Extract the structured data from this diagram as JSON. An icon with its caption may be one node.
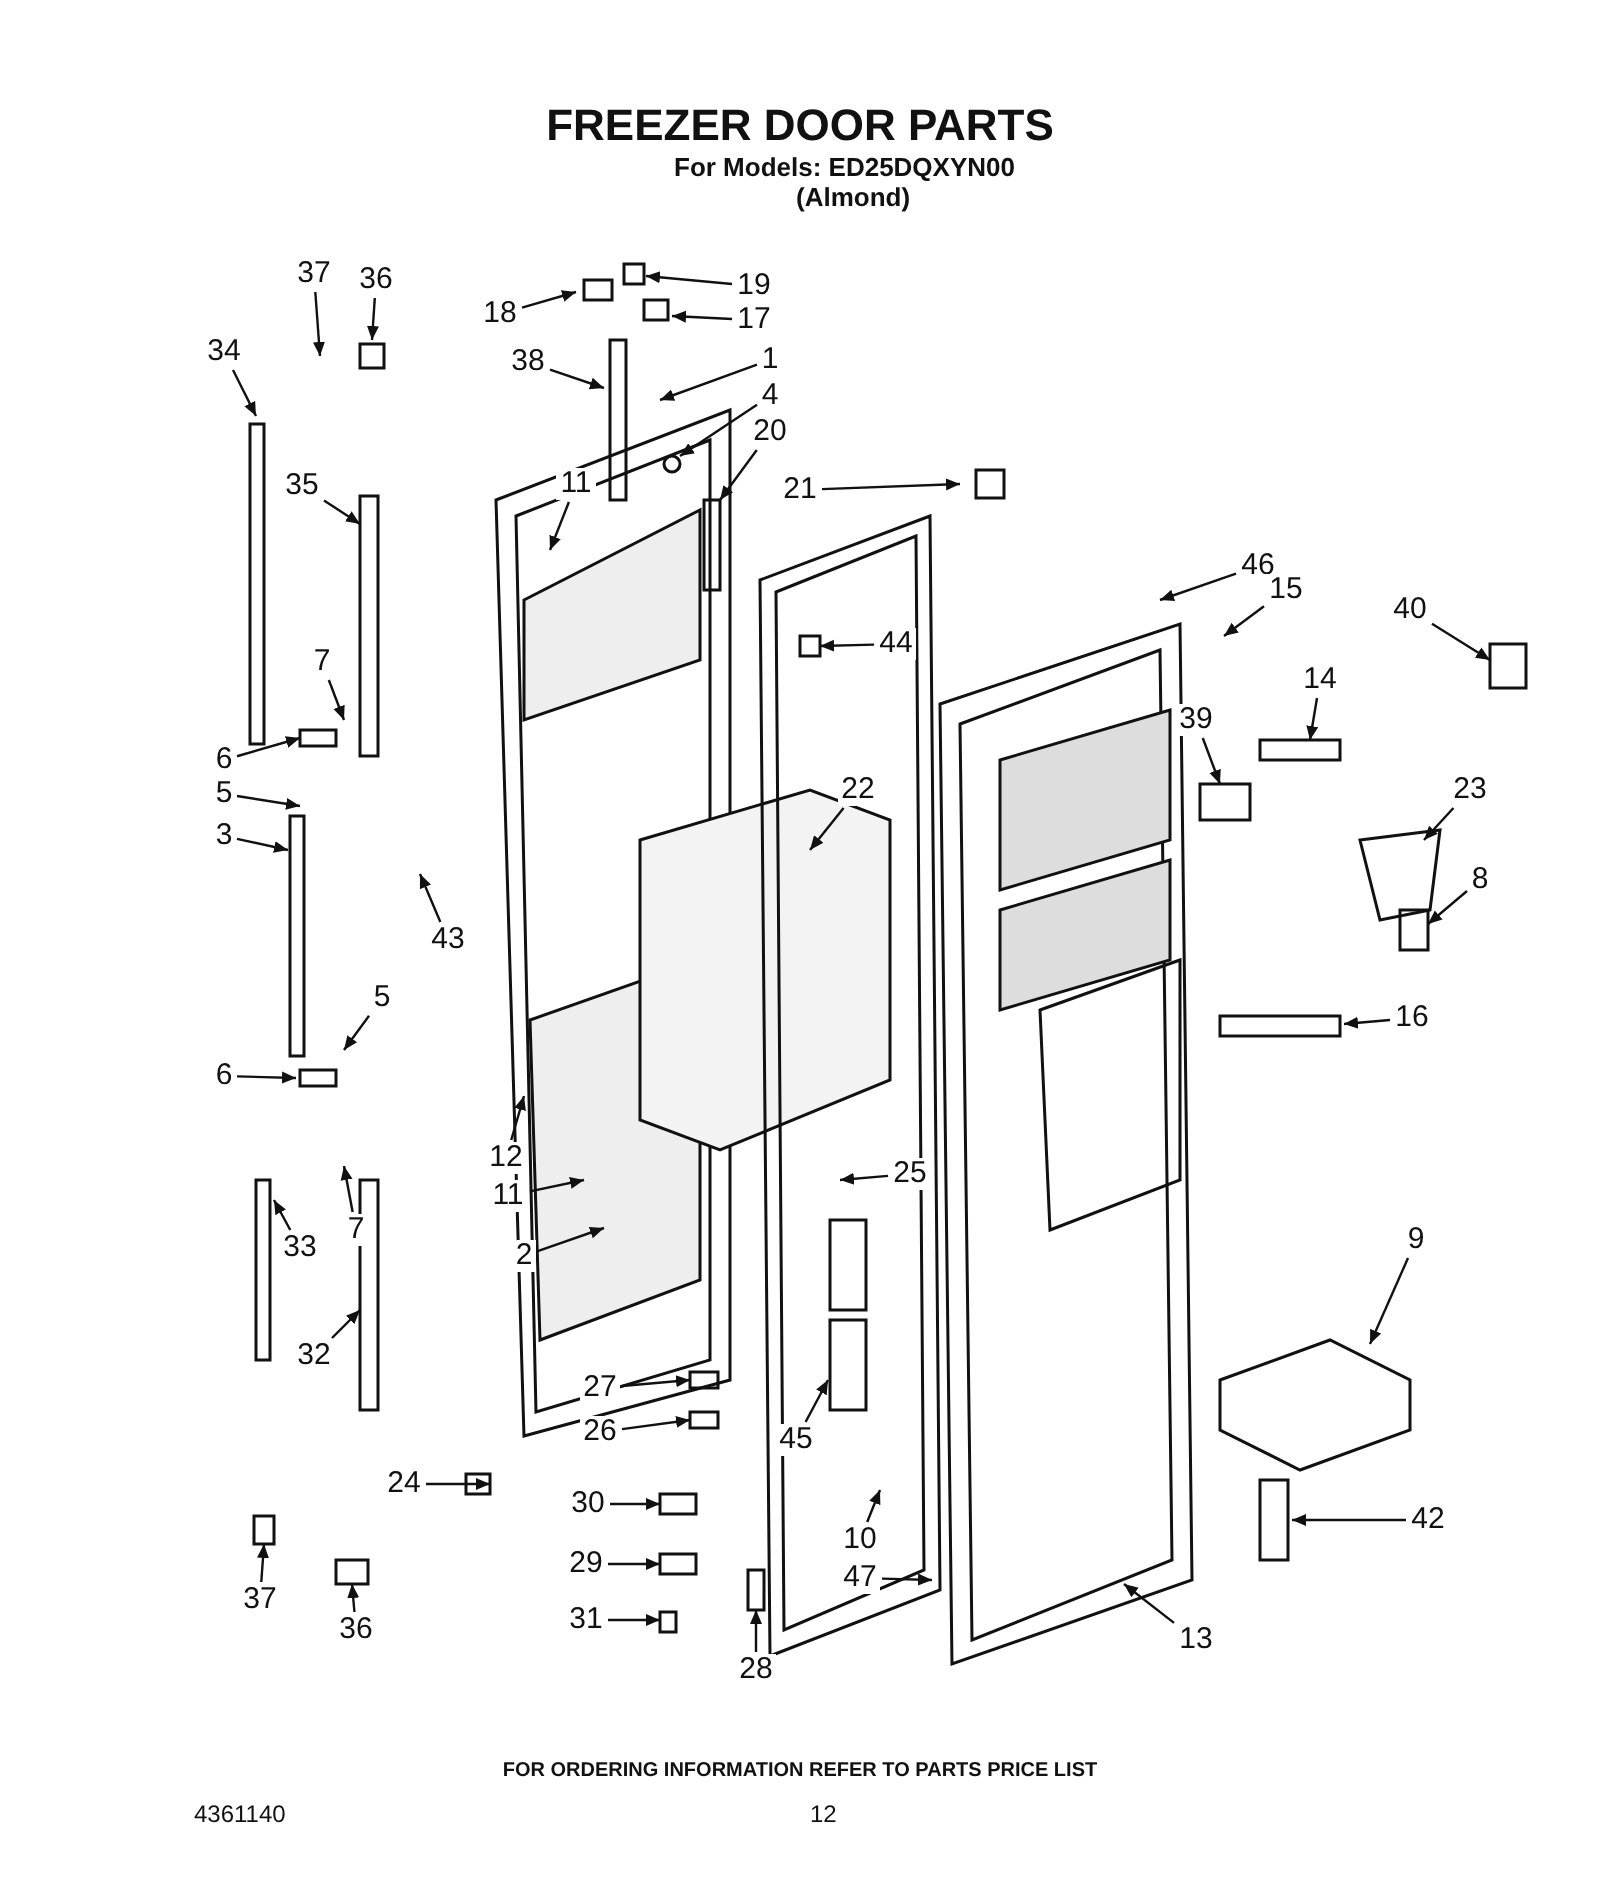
{
  "diagram": {
    "title": "FREEZER DOOR PARTS",
    "nodes": [
      {
        "text": [
          "37"
        ]
      },
      {
        "text": [
          "36"
        ]
      },
      {
        "text": [
          "18"
        ]
      },
      {
        "text": [
          "19"
        ]
      },
      {
        "text": [
          "17"
        ]
      },
      {
        "text": [
          "38"
        ]
      },
      {
        "text": [
          "1"
        ]
      },
      {
        "text": [
          "34"
        ]
      },
      {
        "text": [
          "4"
        ]
      },
      {
        "text": [
          "20"
        ]
      },
      {
        "text": [
          "21"
        ]
      },
      {
        "text": [
          "11"
        ]
      },
      {
        "text": [
          "35"
        ]
      },
      {
        "text": [
          "46"
        ]
      },
      {
        "text": [
          "15"
        ]
      },
      {
        "text": [
          "40"
        ]
      },
      {
        "text": [
          "44"
        ]
      },
      {
        "text": [
          "7"
        ]
      },
      {
        "text": [
          "14"
        ]
      },
      {
        "text": [
          "6"
        ]
      },
      {
        "text": [
          "39"
        ]
      },
      {
        "text": [
          "23"
        ]
      },
      {
        "text": [
          "22"
        ]
      },
      {
        "text": [
          "5"
        ]
      },
      {
        "text": [
          "3"
        ]
      },
      {
        "text": [
          "8"
        ]
      },
      {
        "text": [
          "43"
        ]
      },
      {
        "text": [
          "5"
        ]
      },
      {
        "text": [
          "16"
        ]
      },
      {
        "text": [
          "6"
        ]
      },
      {
        "text": [
          "12"
        ]
      },
      {
        "text": [
          "11"
        ]
      },
      {
        "text": [
          "7"
        ]
      },
      {
        "text": [
          "33"
        ]
      },
      {
        "text": [
          "25"
        ]
      },
      {
        "text": [
          "9"
        ]
      },
      {
        "text": [
          "2"
        ]
      },
      {
        "text": [
          "32"
        ]
      },
      {
        "text": [
          "27"
        ]
      },
      {
        "text": [
          "26"
        ]
      },
      {
        "text": [
          "45"
        ]
      },
      {
        "text": [
          "24"
        ]
      },
      {
        "text": [
          "30"
        ]
      },
      {
        "text": [
          "42"
        ]
      },
      {
        "text": [
          "29"
        ]
      },
      {
        "text": [
          "28"
        ]
      },
      {
        "text": [
          "10"
        ]
      },
      {
        "text": [
          "47"
        ]
      },
      {
        "text": [
          "31"
        ]
      },
      {
        "text": [
          "37"
        ]
      },
      {
        "text": [
          "36"
        ]
      },
      {
        "text": [
          "13"
        ]
      }
    ],
    "edges": [
      {
        "from": 0,
        "to": null,
        "arrow": "to"
      },
      {
        "from": 1,
        "to": null,
        "arrow": "to"
      },
      {
        "from": 2,
        "to": null,
        "arrow": "to"
      },
      {
        "from": 3,
        "to": null,
        "arrow": "to"
      },
      {
        "from": 4,
        "to": null,
        "arrow": "to"
      },
      {
        "from": 5,
        "to": null,
        "arrow": "to"
      },
      {
        "from": 6,
        "to": null,
        "arrow": "to"
      },
      {
        "from": 7,
        "to": null,
        "arrow": "to"
      },
      {
        "from": 8,
        "to": null,
        "arrow": "to"
      },
      {
        "from": 9,
        "to": null,
        "arrow": "to"
      },
      {
        "from": 10,
        "to": null,
        "arrow": "to"
      },
      {
        "from": 11,
        "to": null,
        "arrow": "to"
      },
      {
        "from": 12,
        "to": null,
        "arrow": "to"
      },
      {
        "from": 13,
        "to": null,
        "arrow": "to"
      },
      {
        "from": 14,
        "to": null,
        "arrow": "to"
      },
      {
        "from": 15,
        "to": null,
        "arrow": "to"
      },
      {
        "from": 16,
        "to": null,
        "arrow": "to"
      },
      {
        "from": 17,
        "to": null,
        "arrow": "to"
      },
      {
        "from": 18,
        "to": null,
        "arrow": "to"
      },
      {
        "from": 19,
        "to": null,
        "arrow": "to"
      },
      {
        "from": 20,
        "to": null,
        "arrow": "to"
      },
      {
        "from": 21,
        "to": null,
        "arrow": "to"
      },
      {
        "from": 22,
        "to": null,
        "arrow": "to"
      },
      {
        "from": 23,
        "to": null,
        "arrow": "to"
      },
      {
        "from": 24,
        "to": null,
        "arrow": "to"
      },
      {
        "from": 25,
        "to": null,
        "arrow": "to"
      },
      {
        "from": 26,
        "to": null,
        "arrow": "to"
      },
      {
        "from": 27,
        "to": null,
        "arrow": "to"
      },
      {
        "from": 28,
        "to": null,
        "arrow": "to"
      },
      {
        "from": 29,
        "to": null,
        "arrow": "to"
      },
      {
        "from": 30,
        "to": null,
        "arrow": "to"
      },
      {
        "from": 31,
        "to": null,
        "arrow": "to"
      },
      {
        "from": 32,
        "to": null,
        "arrow": "to"
      },
      {
        "from": 33,
        "to": null,
        "arrow": "to"
      },
      {
        "from": 34,
        "to": null,
        "arrow": "to"
      },
      {
        "from": 35,
        "to": null,
        "arrow": "to"
      },
      {
        "from": 36,
        "to": null,
        "arrow": "to"
      },
      {
        "from": 37,
        "to": null,
        "arrow": "to"
      },
      {
        "from": 38,
        "to": null,
        "arrow": "to"
      },
      {
        "from": 39,
        "to": null,
        "arrow": "to"
      },
      {
        "from": 40,
        "to": null,
        "arrow": "to"
      },
      {
        "from": 41,
        "to": null,
        "arrow": "to"
      },
      {
        "from": 42,
        "to": null,
        "arrow": "to"
      },
      {
        "from": 43,
        "to": null,
        "arrow": "to"
      },
      {
        "from": 44,
        "to": null,
        "arrow": "to"
      },
      {
        "from": 45,
        "to": null,
        "arrow": "to"
      },
      {
        "from": 46,
        "to": null,
        "arrow": "to"
      },
      {
        "from": 47,
        "to": null,
        "arrow": "to"
      },
      {
        "from": 48,
        "to": null,
        "arrow": "to"
      },
      {
        "from": 49,
        "to": null,
        "arrow": "to"
      },
      {
        "from": 50,
        "to": null,
        "arrow": "to"
      },
      {
        "from": 51,
        "to": null,
        "arrow": "to"
      }
    ],
    "labels": [
      "For Models: ED25DQXYN00",
      "(Almond)",
      "FOR ORDERING INFORMATION REFER TO PARTS PRICE LIST",
      "4361140",
      "12"
    ]
  }
}
